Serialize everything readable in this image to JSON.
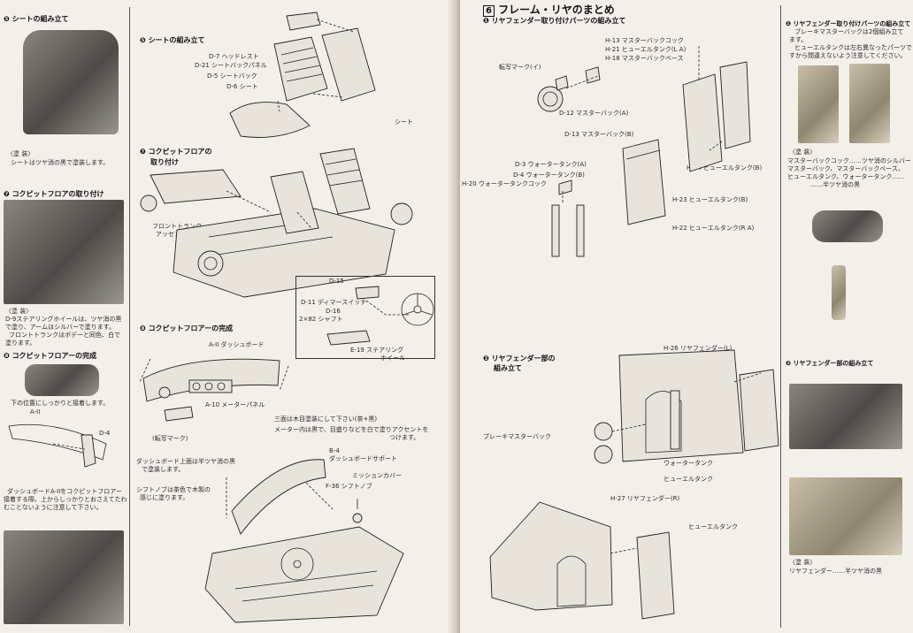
{
  "left": {
    "sidebar": {
      "seat_title": "シートの組み立て",
      "seat_note_head": "〈塗 装〉",
      "seat_note": "シートはツヤ消の黒で塗装します。",
      "cockpit_title": "コクピットフロアの取り付け",
      "cockpit_note_head": "〈塗 装〉",
      "cockpit_note": [
        "D-9ステアリングホイールは、ツヤ消の黒",
        "で塗り、アームはシルバーで塗ります。",
        "フロントトランクはボデーと同色、白で",
        "塗ります。"
      ],
      "finish_title": "コクピットフロアーの完成",
      "finish_note": "下の位置にしっかりと接着します。",
      "finish_label_a": "A-II",
      "finish_label_d": "D-4",
      "finish_note2": [
        "ダッシュボードA-IIをコクピットフロアー",
        "接着する際、上からしっかりとおさえてたわ",
        "むことないように注意して下さい。"
      ]
    },
    "step5": {
      "title": "シートの組み立て",
      "labels": [
        "D-7 ヘッドレスト",
        "D-21 シートバックパネル",
        "D-5 シートバック",
        "D-6 シート"
      ]
    },
    "step7": {
      "title": [
        "コクピットフロアの",
        "取り付け"
      ],
      "seat_label": "シート",
      "trunk_label": [
        "フロントトランク",
        "アッセンブリ"
      ]
    },
    "inset": {
      "labels": [
        "D-15",
        "D-11 ディマースイッチ",
        "D-16",
        "2×82 シャフト",
        "E-19 ステアリング",
        "ホイール"
      ]
    },
    "step8": {
      "title": "コクピットフロアーの完成",
      "dash_label": "A-II ダッシュボード",
      "meter_label": "A-10 メーターパネル",
      "decal_label": "(転写マーク)",
      "note1": "三面は木目塗装にして下さい(茶+黒)",
      "note2": [
        "メーター内は黒で、目盛りなどを白で塗りアクセントを",
        "つけます。"
      ],
      "note3": [
        "ダッシュボード上面は半ツヤ消の黒",
        "で塗装します。"
      ],
      "note4": [
        "シフトノブは茶色で木製の",
        "感じに塗ります。"
      ],
      "support_label": [
        "B-4",
        "ダッシュボードサポート"
      ],
      "knob_label": "F-36 シフトノブ",
      "mission_label": "ミッションカバー"
    }
  },
  "right": {
    "header": {
      "section_number": "6",
      "section_title": "フレーム・リヤのまとめ",
      "step1_title": "リヤフェンダー取り付けパーツの組み立て"
    },
    "step1": {
      "decal_label": "転写マーク(イ)",
      "labels_top": [
        "H-13 マスターバックコック",
        "H-21 ヒューエルタンク(L A)",
        "H-18 マスターバックベース"
      ],
      "master_a": "D-12 マスターバック(A)",
      "master_b": "D-13 マスターバック(B)",
      "tank_b_label": "H-24 ヒューエルタンク(B)",
      "water_labels": [
        "D-3 ウォータータンク(A)",
        "D-4 ウォータータンク(B)",
        "H-20 ウォータータンクコック"
      ],
      "tank_23": "H-23 ヒューエルタンク(B)",
      "tank_22": "H-22 ヒューエルタンク(R A)"
    },
    "step2": {
      "title": [
        "リヤフェンダー部の",
        "組み立て"
      ],
      "fender_l": "H-26 リヤフェンダー(L)",
      "brake_label": "ブレーキマスターバック",
      "water_tank": "ウォータータンク",
      "fuel_tank": "ヒューエルタンク",
      "fender_r": "H-27 リヤフェンダー(R)",
      "fuel_tank_r": "ヒューエルタンク"
    },
    "sidebar": {
      "head1": "リヤフェンダー取り付けパーツの組み立て",
      "note1": [
        "ブレーキマスターバックは2個組み立て",
        "ます。",
        "ヒューエルタンクは左右異なったパーツで",
        "すから間違えないよう注意してください。"
      ],
      "paint_head": "〈塗 装〉",
      "paint_note": [
        "マスターバックコック……ツヤ消のシルバー",
        "マスターバック、マスターバックベース、",
        "ヒューエルタンク、ウォータータンク……",
        "……半ツヤ消の黒"
      ],
      "head2": "リヤフェンダー部の組み立て",
      "paint_head2": "〈塗 装〉",
      "paint_note2": "リヤフェンダー……半ツヤ消の黒"
    }
  },
  "colors": {
    "ink": "#222222",
    "paper": "#f3f0ea",
    "gutter": "#b9b1a6"
  }
}
